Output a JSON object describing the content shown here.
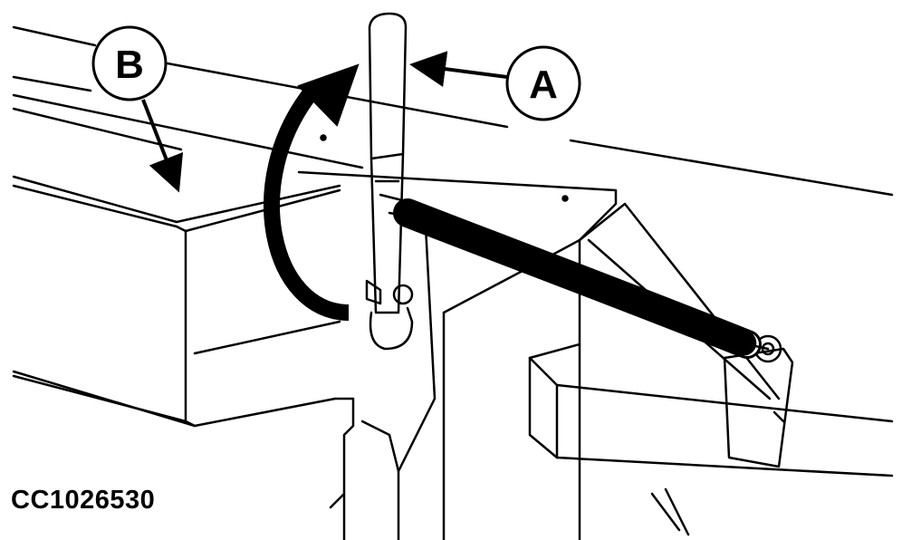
{
  "callouts": {
    "a": {
      "label": "A"
    },
    "b": {
      "label": "B"
    }
  },
  "figure_id": "CC1026530",
  "colors": {
    "stroke": "#000000",
    "fill": "#ffffff"
  },
  "icons": [
    "rotation-arrow-icon",
    "callout-pointer-arrow-icon"
  ]
}
